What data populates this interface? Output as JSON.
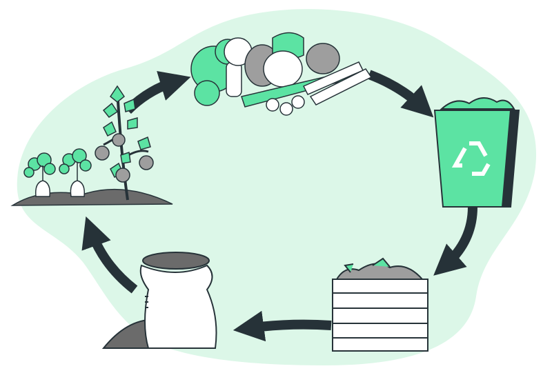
{
  "colors": {
    "background": "#ffffff",
    "blob": "#dcf7e8",
    "accent": "#5ce3a3",
    "accent_dark": "#3cc987",
    "outline": "#263238",
    "soil": "#6b6b6b",
    "white": "#ffffff",
    "gray": "#9e9e9e"
  },
  "stages": [
    "plants",
    "vegetables",
    "recycle-bin",
    "compost-box",
    "fertilizer-bag"
  ]
}
